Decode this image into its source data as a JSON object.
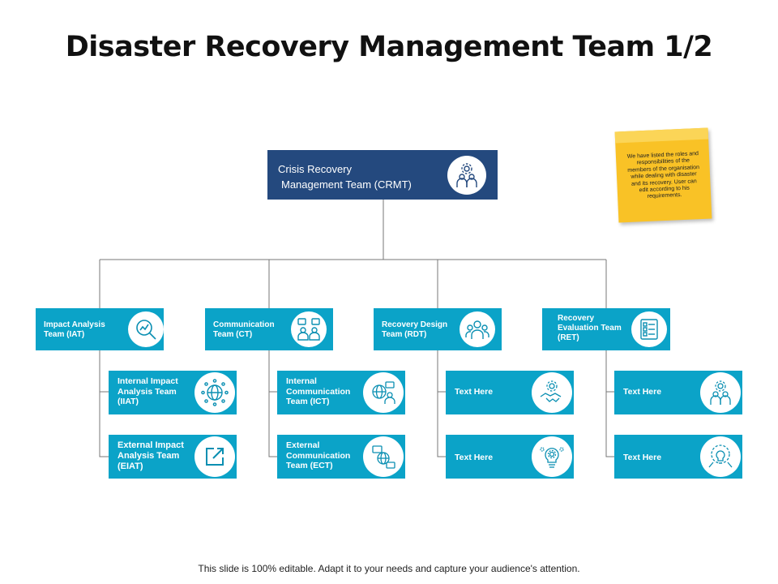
{
  "title": "Disaster Recovery Management Team 1/2",
  "root": {
    "line1": "Crisis Recovery",
    "line2": "Management Team (CRMT)",
    "icon": "team-gear-icon"
  },
  "note": {
    "text": "We have listed the roles and responsibilities of the members of the organisation while dealing with disaster and its recovery. User can edit according to his requirements."
  },
  "teams": [
    {
      "label": "Impact Analysis Team (IAT)",
      "icon": "magnifier-chart-icon",
      "children": [
        {
          "label": "Internal Impact Analysis Team (IIAT)",
          "icon": "globe-network-icon"
        },
        {
          "label": "External Impact Analysis Team (EIAT)",
          "icon": "external-link-icon"
        }
      ]
    },
    {
      "label": "Communication Team (CT)",
      "icon": "people-chat-icon",
      "children": [
        {
          "label": "Internal Communication Team (ICT)",
          "icon": "globe-person-icon"
        },
        {
          "label": "External Communication Team (ECT)",
          "icon": "globe-chat-icon"
        }
      ]
    },
    {
      "label": "Recovery Design Team (RDT)",
      "icon": "design-team-icon",
      "children": [
        {
          "label": "Text Here",
          "icon": "handshake-gear-icon"
        },
        {
          "label": "Text Here",
          "icon": "bulb-gears-icon"
        }
      ]
    },
    {
      "label": "Recovery Evaluation Team (RET)",
      "icon": "checklist-icon",
      "children": [
        {
          "label": "Text Here",
          "icon": "team-gear-icon"
        },
        {
          "label": "Text Here",
          "icon": "bulb-gear-hands-icon"
        }
      ]
    }
  ],
  "footer": "This slide is 100% editable. Adapt it to your needs and capture your audience's attention.",
  "colors": {
    "root_bg": "#24497e",
    "box_bg": "#0ba3c8",
    "note_bg": "#f9c226",
    "line": "#777777"
  }
}
